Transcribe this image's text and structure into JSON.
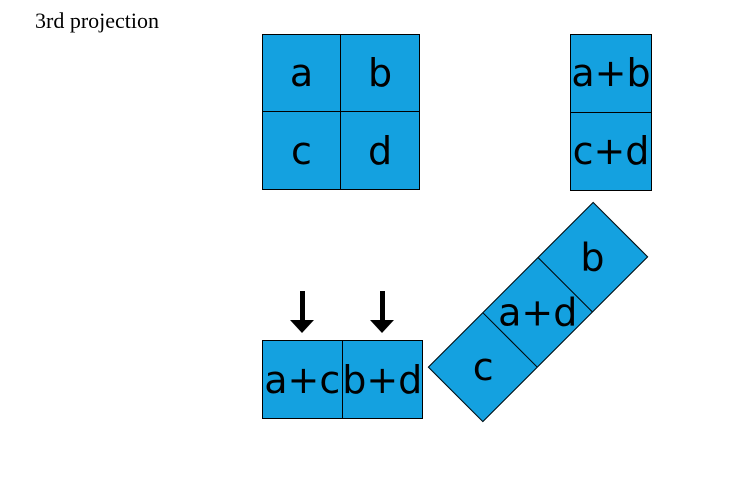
{
  "title": "3rd projection",
  "palette": {
    "cell_fill": "#14A1E0",
    "outline": "#000000",
    "arrow": "#000000",
    "label": "#000000",
    "background": "#FFFFFF"
  },
  "matrix": {
    "cells": [
      "a",
      "b",
      "c",
      "d"
    ]
  },
  "row_sums": {
    "cells": [
      "a+b",
      "c+d"
    ]
  },
  "column_sums": {
    "cells": [
      "a+c",
      "b+d"
    ]
  },
  "diagonal_sums": {
    "cells": [
      "c",
      "a+d",
      "b"
    ]
  },
  "arrows": {
    "direction": "down",
    "count": 2
  }
}
